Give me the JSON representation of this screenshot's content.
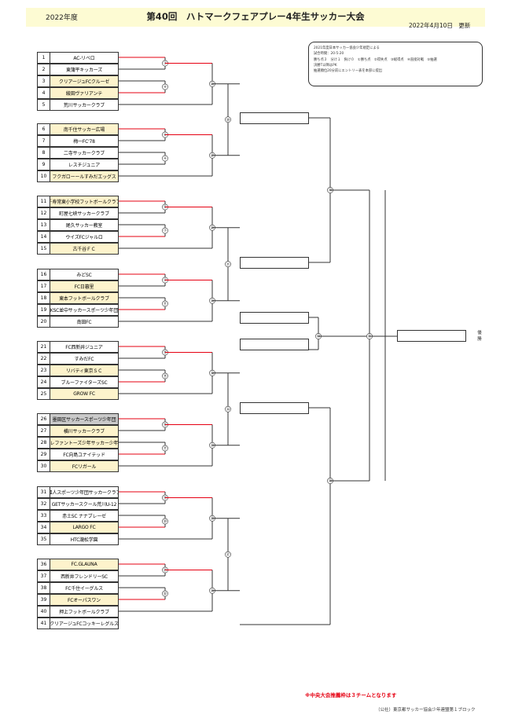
{
  "header": {
    "year_label": "2022年度",
    "title": "第40回　ハトマークフェアプレー4年生サッカー大会",
    "updated": "2022年4月10日　更新"
  },
  "rules": [
    "2021年度日本サッカー協会少年規定による",
    "試合時間：20-5-20",
    "勝ち点３　分け１　負け０　①勝ち点　②得失点　③総得点　④直接対戦　⑤抽選",
    "決勝T以降はPK",
    "抽選順位20分前にエントリー表を本部に提出"
  ],
  "teams": [
    {
      "no": "1",
      "name": "AC-リベロ",
      "style": ""
    },
    {
      "no": "2",
      "name": "東蒲平キッカーズ",
      "style": ""
    },
    {
      "no": "3",
      "name": "クリアージュFCクルーゼ",
      "style": "hl"
    },
    {
      "no": "4",
      "name": "綾田ヴァリアンテ",
      "style": "hl"
    },
    {
      "no": "5",
      "name": "荒川サッカークラブ",
      "style": ""
    },
    {
      "no": "6",
      "name": "南千住サッカー広場",
      "style": "hl"
    },
    {
      "no": "7",
      "name": "梅一FC'78",
      "style": ""
    },
    {
      "no": "8",
      "name": "二寺サッカークラブ",
      "style": ""
    },
    {
      "no": "9",
      "name": "レスチジュニア",
      "style": ""
    },
    {
      "no": "10",
      "name": "フクガローールすみだエッグス",
      "style": "hl"
    },
    {
      "no": "11",
      "name": "千寿常東小学校フットボールクラブ",
      "style": "hl"
    },
    {
      "no": "12",
      "name": "町屋七峡サッカークラブ",
      "style": ""
    },
    {
      "no": "13",
      "name": "尾久サッカー教室",
      "style": ""
    },
    {
      "no": "14",
      "name": "ウイズFCジャルロ",
      "style": ""
    },
    {
      "no": "15",
      "name": "古千谷ＦＣ",
      "style": "hl"
    },
    {
      "no": "16",
      "name": "みどSC",
      "style": ""
    },
    {
      "no": "17",
      "name": "FC日暮里",
      "style": "hl"
    },
    {
      "no": "18",
      "name": "東本フットボールクラブ",
      "style": "hl"
    },
    {
      "no": "19",
      "name": "KSC並中サッカースポーツ少年団",
      "style": ""
    },
    {
      "no": "20",
      "name": "南田FC",
      "style": ""
    },
    {
      "no": "21",
      "name": "FC西新井ジュニア",
      "style": ""
    },
    {
      "no": "22",
      "name": "すみだFC",
      "style": ""
    },
    {
      "no": "23",
      "name": "リバティ東京ＳＣ",
      "style": "hl"
    },
    {
      "no": "24",
      "name": "ブルーファイターズSC",
      "style": ""
    },
    {
      "no": "25",
      "name": "GROW FC",
      "style": "hl"
    },
    {
      "no": "26",
      "name": "墨田区サッカースポーツ少年団",
      "style": "gy"
    },
    {
      "no": "27",
      "name": "横川サッカークラブ",
      "style": "hl"
    },
    {
      "no": "28",
      "name": "エレファントーズ少年サッカー少年団",
      "style": "hl"
    },
    {
      "no": "29",
      "name": "FC向島ユナイテッド",
      "style": ""
    },
    {
      "no": "30",
      "name": "FCリガール",
      "style": "hl"
    },
    {
      "no": "31",
      "name": "皿人スポーツ少年団サッカークラブ",
      "style": ""
    },
    {
      "no": "32",
      "name": "GETサッカースクール荒川U-12",
      "style": ""
    },
    {
      "no": "33",
      "name": "赤土SC ナナブレーゼ",
      "style": ""
    },
    {
      "no": "34",
      "name": "LARGO FC",
      "style": "hl"
    },
    {
      "no": "35",
      "name": "HTC瀧松学園",
      "style": ""
    },
    {
      "no": "36",
      "name": "FC.GLAUNA",
      "style": "hl"
    },
    {
      "no": "37",
      "name": "西新井フレンドリーSC",
      "style": ""
    },
    {
      "no": "38",
      "name": "FC千住イーグルス",
      "style": ""
    },
    {
      "no": "39",
      "name": "FCオーパスワン",
      "style": "hl"
    },
    {
      "no": "40",
      "name": "押上フットボールクラブ",
      "style": ""
    },
    {
      "no": "41",
      "name": "クリアージュFCコッキーレグルス",
      "style": ""
    }
  ],
  "matches": [
    "①",
    "②",
    "③",
    "④",
    "⑤",
    "⑥",
    "⑦",
    "⑧",
    "⑨",
    "⑩",
    "⑪",
    "⑫",
    "⑬",
    "⑭",
    "⑮",
    "⑯",
    "⑰",
    "⑱",
    "⑲",
    "⑳",
    "㉑",
    "㉒",
    "㉓",
    "㉔",
    "㉕",
    "㉖",
    "㉗",
    "㉘",
    "㉙",
    "㉚",
    "㉛",
    "㉜",
    "㉝",
    "㉞",
    "㉟",
    "㊱",
    "㊲",
    "㊳",
    "㊴",
    "㊵",
    "㊶"
  ],
  "final_label": "優勝",
  "note": "※中央大会推薦枠は３チームとなります",
  "footer": "（公社）東京都サッカー協会少年連盟第１ブロック",
  "colors": {
    "highlight": "#fdf3cc",
    "grey": "#c9c9c9",
    "win_line": "#e60012",
    "line": "#333333",
    "header_bg": "#fdfbd3"
  }
}
